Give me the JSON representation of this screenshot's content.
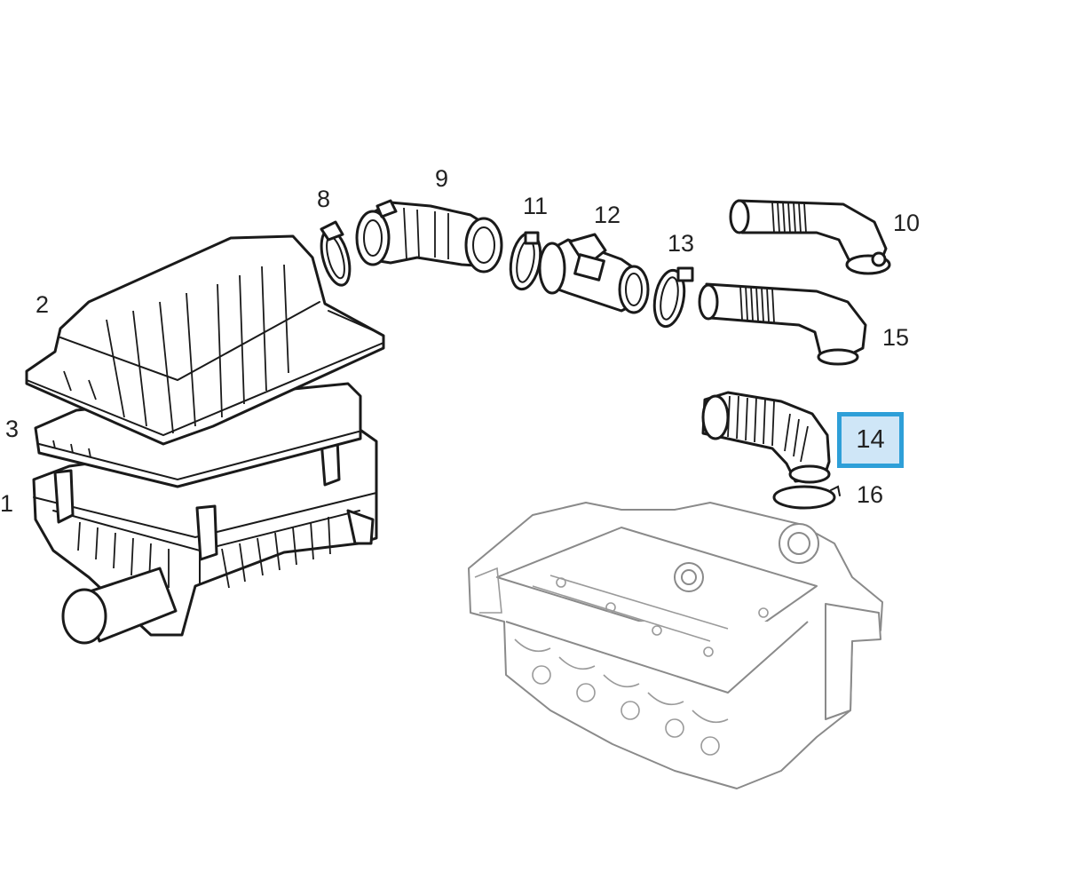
{
  "diagram": {
    "callouts": {
      "c1": "1",
      "c2": "2",
      "c3": "3",
      "c8": "8",
      "c9": "9",
      "c10": "10",
      "c11": "11",
      "c12": "12",
      "c13": "13",
      "c14": "14",
      "c15": "15",
      "c16": "16"
    },
    "highlighted_callout": "14",
    "highlight_color": "#2e9fd8",
    "highlight_fill": "#cfe6f7",
    "line_color": "#1a1a1a",
    "background": "#ffffff"
  }
}
